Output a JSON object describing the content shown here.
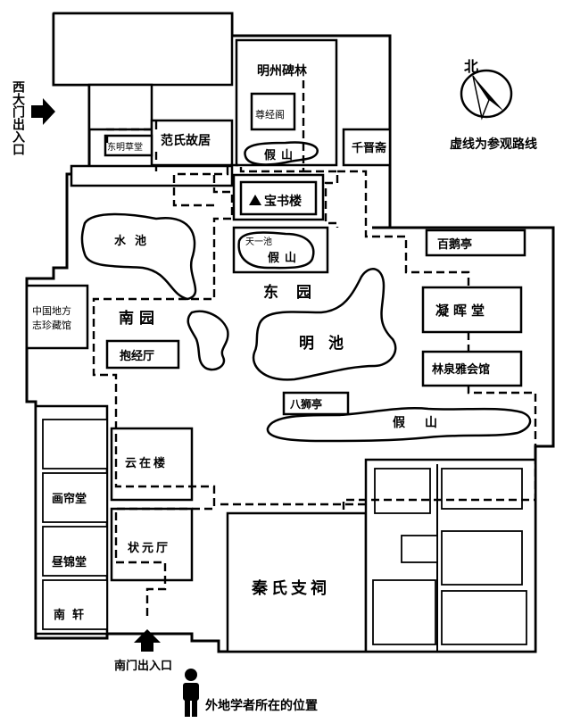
{
  "map": {
    "labels": {
      "west_gate": "西大门出入口",
      "south_gate": "南门出入口",
      "north": "北",
      "legend": "虚线为参观路线",
      "visitor": "外地学者所在的位置"
    },
    "buildings": {
      "mingzhou_stele": "明州碑林",
      "zunjingge": "尊经阁",
      "dongming_cottage": "东明草堂",
      "fan_residence": "范氏故居",
      "jiashan_north": "假山",
      "qianjin_study": "千晋斋",
      "baoshu_lou": "宝书楼",
      "tianyi_pond": "天一池",
      "jiashan_mid": "假山",
      "water_pond": "水池",
      "baie_pavilion": "百鹅亭",
      "east_garden": "东园",
      "ninghui_hall": "凝晖堂",
      "local_chronicles": "中国地方志珍藏馆",
      "south_garden": "南园",
      "ming_pond": "明池",
      "baojing_hall": "抱经厅",
      "linquan_club": "林泉雅会馆",
      "bashi_pavilion": "八狮亭",
      "jiashan_south": "假山",
      "yunzai_lou": "云在楼",
      "hualian_hall": "画帘堂",
      "zhuangyuan_hall": "状元厅",
      "zhoujin_hall": "昼锦堂",
      "qin_ancestral": "秦氏支祠",
      "south_pavilion": "南轩"
    },
    "colors": {
      "ink": "#000000",
      "paper": "#ffffff"
    }
  }
}
